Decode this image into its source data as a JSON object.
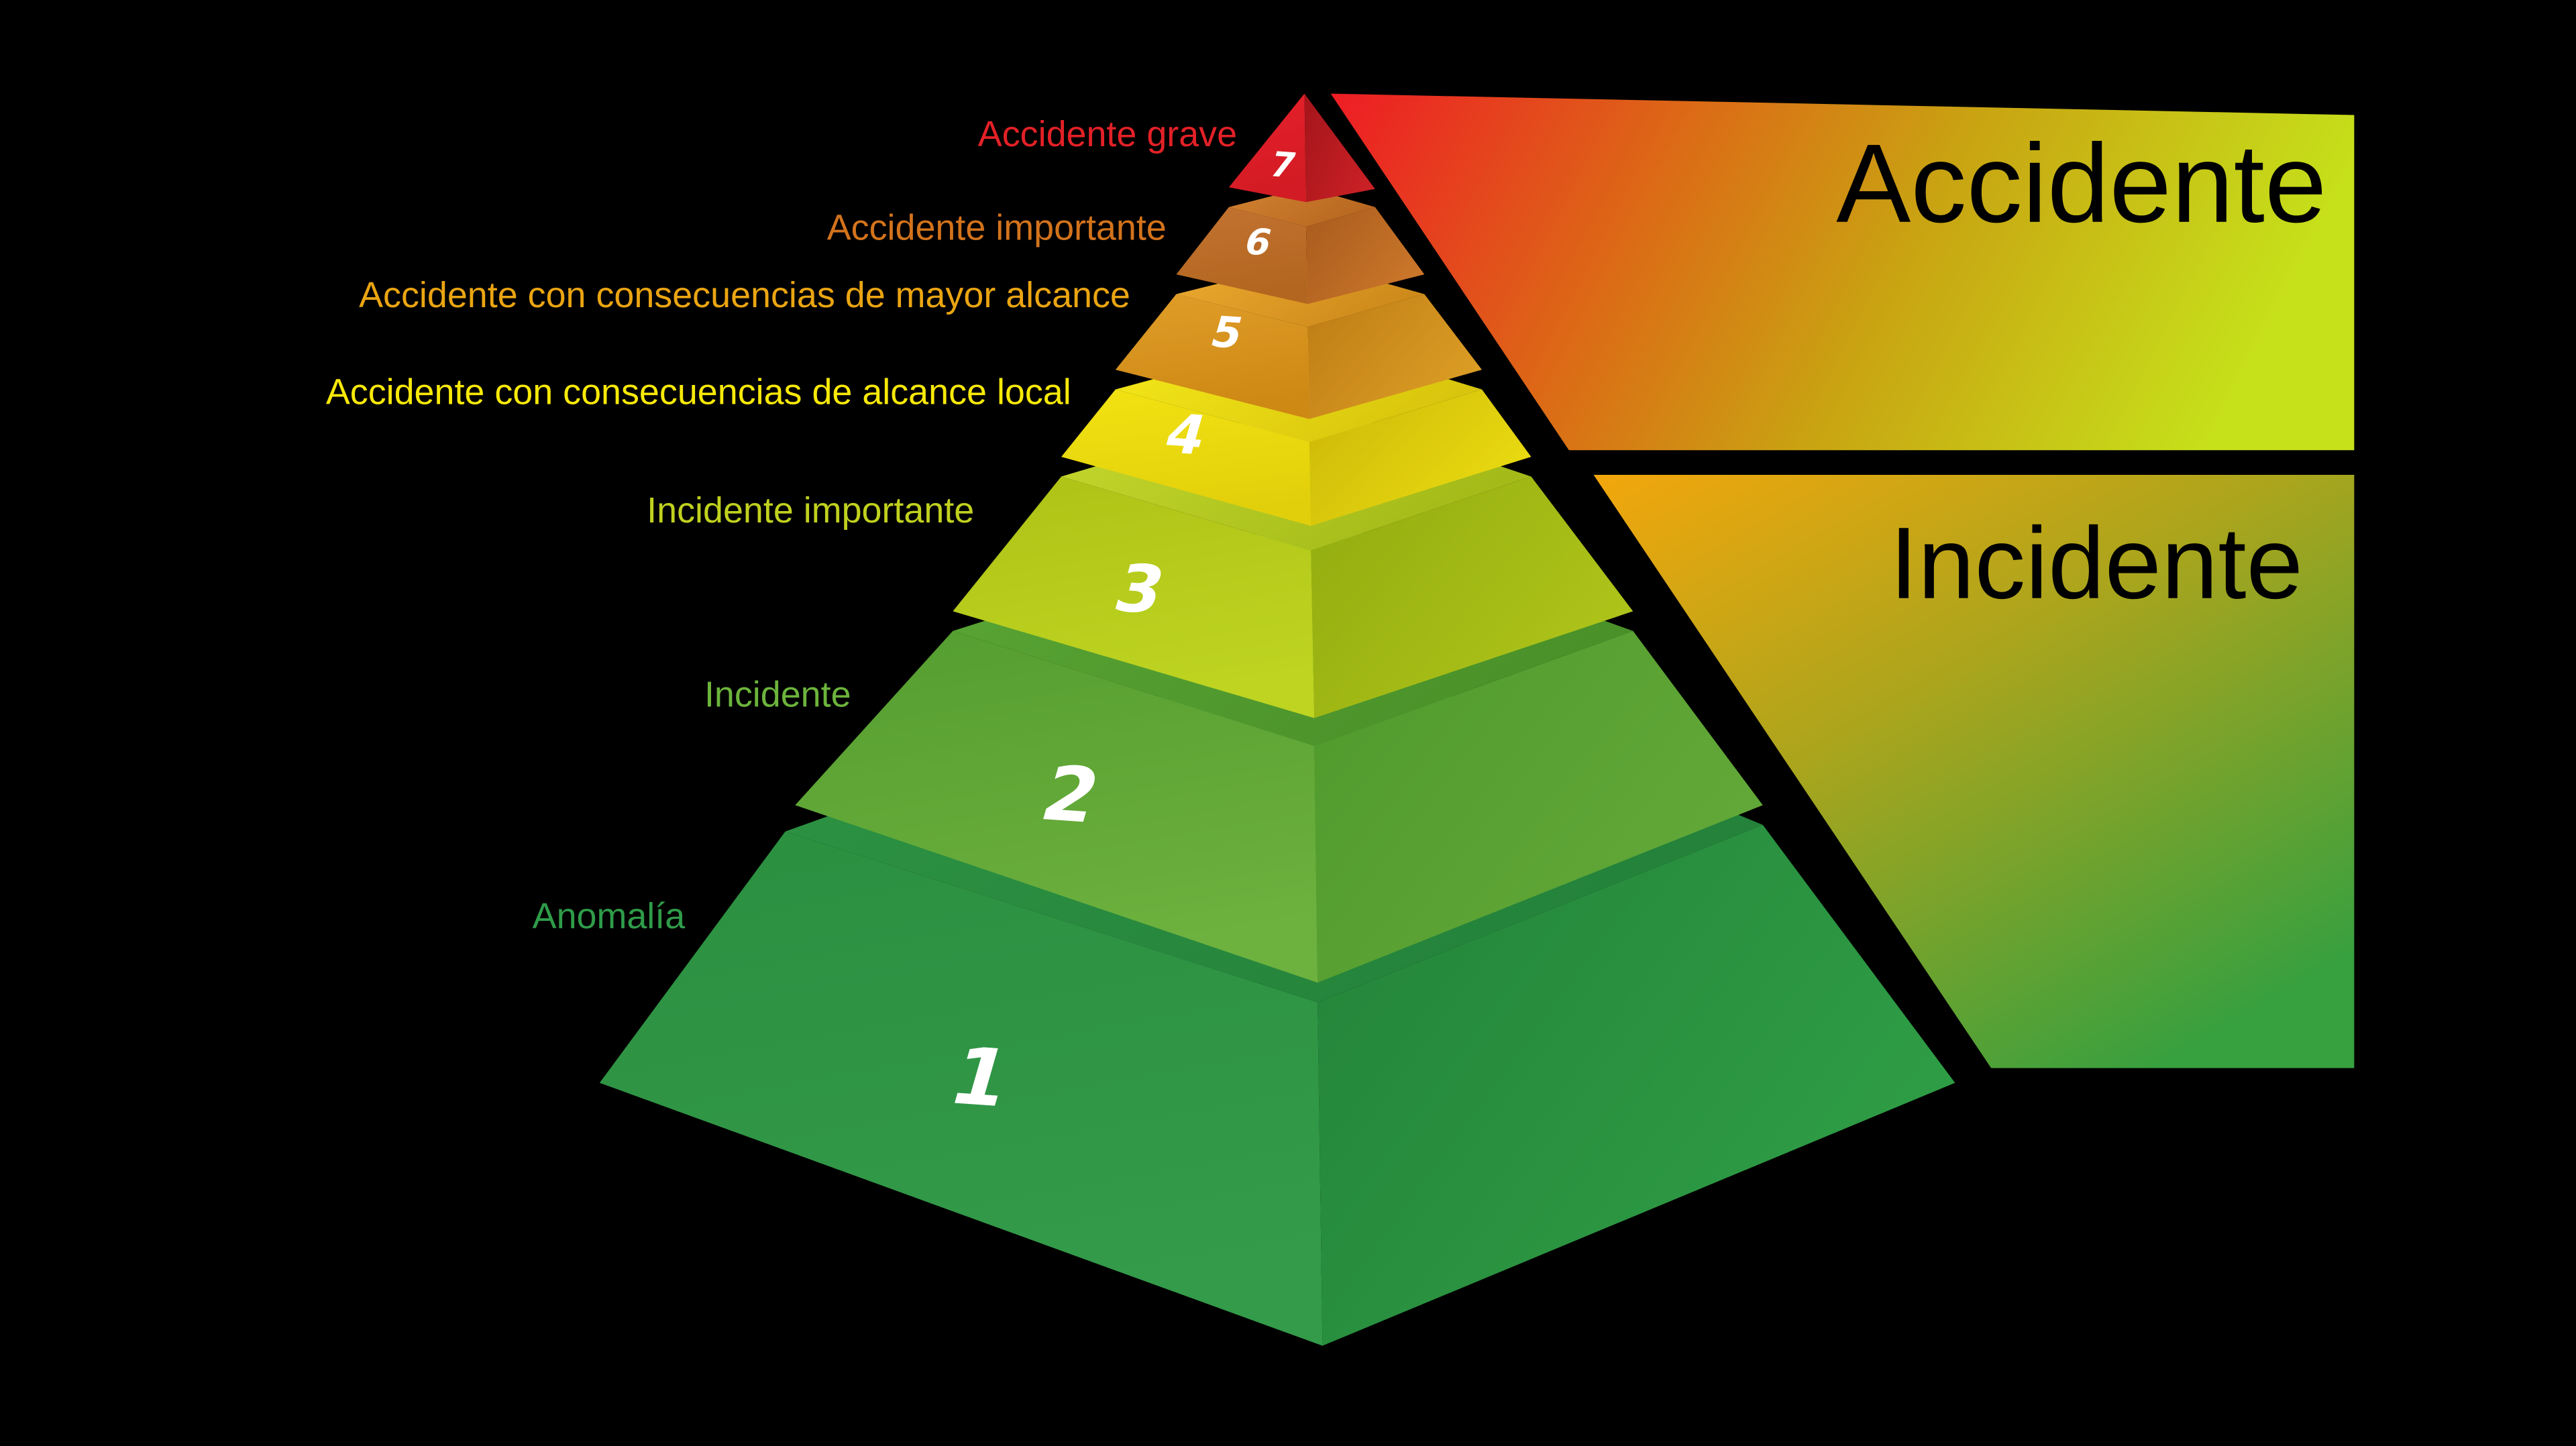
{
  "background": "#000000",
  "pyramid": {
    "levels": [
      {
        "number": "1",
        "label": "Anomalía",
        "label_color": "#2F9C49",
        "number_color": "#FFFFFF",
        "colors": {
          "top_from": "#2E9444",
          "top_to": "#24823A",
          "left_from": "#2B8F40",
          "left_to": "#339B4A",
          "right_from": "#238339",
          "right_to": "#2F9E46"
        }
      },
      {
        "number": "2",
        "label": "Incidente",
        "label_color": "#6CB43C",
        "number_color": "#FFFFFF",
        "colors": {
          "top_from": "#5AA635",
          "top_to": "#4A9129",
          "left_from": "#549D30",
          "left_to": "#6DB13E",
          "right_from": "#4F992C",
          "right_to": "#63A939"
        }
      },
      {
        "number": "3",
        "label": "Incidente importante",
        "label_color": "#C0D11E",
        "number_color": "#FFFFFF",
        "colors": {
          "top_from": "#C6D92E",
          "top_to": "#A3BA18",
          "left_from": "#AEC216",
          "left_to": "#BED421",
          "right_from": "#92AC0F",
          "right_to": "#AFC41A"
        }
      },
      {
        "number": "4",
        "label": "Accidente con consecuencias de alcance local",
        "label_color": "#F8E908",
        "number_color": "#FFFFFF",
        "colors": {
          "top_from": "#F6EA1A",
          "top_to": "#D8C50D",
          "left_from": "#F2E312",
          "left_to": "#E2CF0B",
          "right_from": "#CBB709",
          "right_to": "#EADB10"
        }
      },
      {
        "number": "5",
        "label": "Accidente con consecuencias de mayor alcance",
        "label_color": "#EBA512",
        "number_color": "#FFFFFF",
        "colors": {
          "top_from": "#ECAB31",
          "top_to": "#CE8A1A",
          "left_from": "#E09E29",
          "left_to": "#CE8814",
          "right_from": "#BE7C14",
          "right_to": "#DC9D25"
        }
      },
      {
        "number": "6",
        "label": "Accidente importante",
        "label_color": "#D3731C",
        "number_color": "#FFFFFF",
        "colors": {
          "top_from": "#D28230",
          "top_to": "#B96821",
          "left_from": "#C37331",
          "left_to": "#B2661F",
          "right_from": "#A85B1D",
          "right_to": "#CB762A"
        }
      },
      {
        "number": "7",
        "label": "Accidente grave",
        "label_color": "#E32127",
        "number_color": "#FFFFFF",
        "colors": {
          "left_from": "#E8202B",
          "left_to": "#D21B24",
          "right_from": "#A3151B",
          "right_to": "#C92025"
        }
      }
    ]
  },
  "panels": {
    "accidente": {
      "label": "Accidente",
      "text_color": "#000000",
      "gradient": {
        "stops": [
          "#EE1C25",
          "#DC6A16",
          "#C9A312",
          "#C6E01A"
        ]
      }
    },
    "incidente": {
      "label": "Incidente",
      "text_color": "#000000",
      "gradient": {
        "stops": [
          "#F3A60C",
          "#A9A51D",
          "#37A03F"
        ]
      }
    }
  }
}
